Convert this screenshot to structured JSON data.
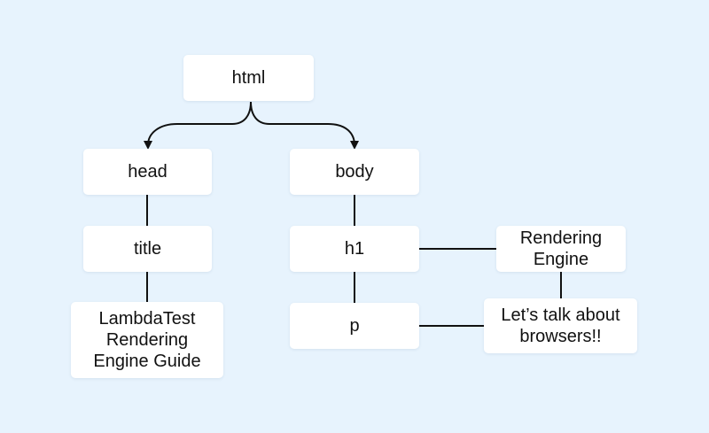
{
  "nodes": {
    "html": "html",
    "head": "head",
    "body": "body",
    "title": "title",
    "h1": "h1",
    "p": "p",
    "title_text": "LambdaTest\nRendering\nEngine Guide",
    "h1_text": "Rendering\nEngine",
    "p_text": "Let’s talk about\nbrowsers!!"
  },
  "colors": {
    "background": "#e7f3fd",
    "node_fill": "#ffffff",
    "line": "#111111"
  }
}
